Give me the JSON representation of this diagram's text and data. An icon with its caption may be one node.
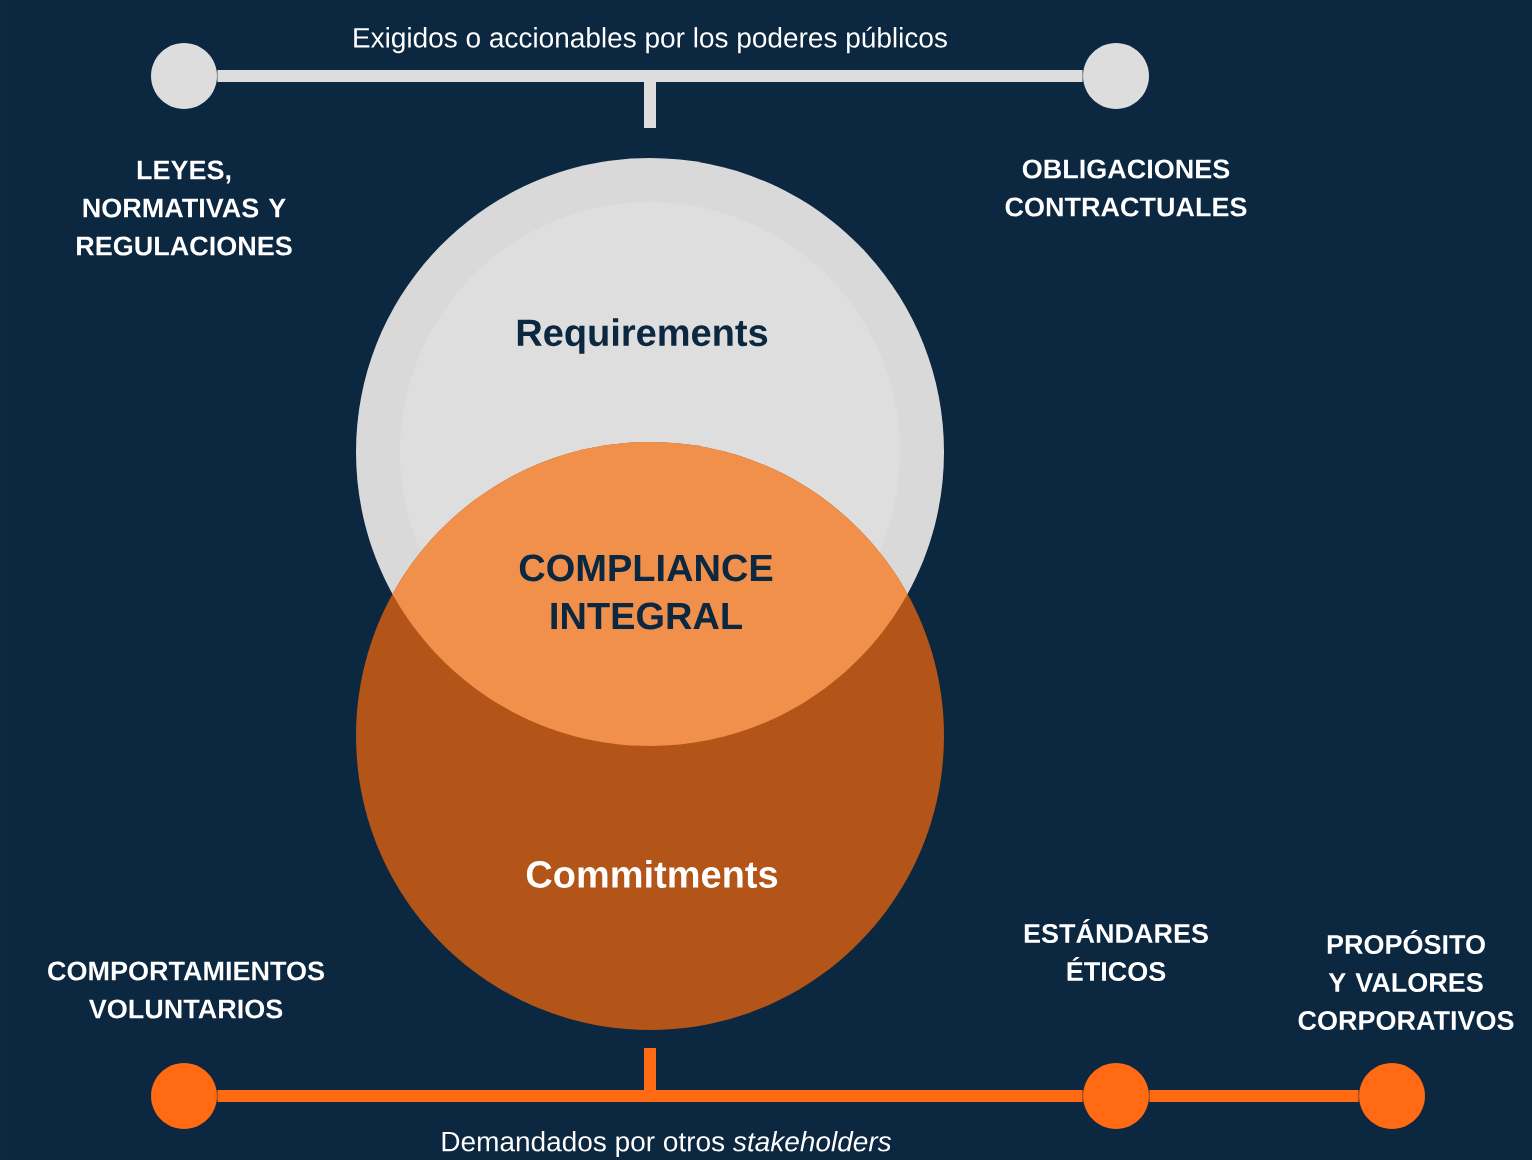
{
  "diagram": {
    "nodes": [
      {
        "text": [],
        "shape": "circle",
        "beside": [
          "LEYES, NORMATIVAS Y REGULACIONES"
        ]
      },
      {
        "text": [],
        "shape": "circle",
        "beside": [
          "OBLIGACIONES CONTRACTUALES"
        ]
      },
      {
        "text": [
          "Requirements"
        ]
      },
      {
        "text": [
          "COMPLIANCE INTEGRAL"
        ]
      },
      {
        "text": [
          "Commitments"
        ]
      },
      {
        "text": [],
        "shape": "circle",
        "beside": [
          "COMPORTAMIENTOS VOLUNTARIOS"
        ]
      },
      {
        "text": [],
        "shape": "circle",
        "beside": [
          "ESTÁNDARES ÉTICOS"
        ]
      },
      {
        "text": [],
        "shape": "circle",
        "beside": [
          "PROPÓSITO Y VALORES CORPORATIVOS"
        ]
      }
    ],
    "edges": [
      {
        "from": 0,
        "to": 1,
        "arrow": "none",
        "label": "Exigidos o accionables por los poderes públicos",
        "color": "#dddddd"
      },
      {
        "from": 5,
        "to": 6,
        "arrow": "none",
        "label": "Demandados por otros *stakeholders*",
        "color": "#ff6a13"
      },
      {
        "from": 6,
        "to": 7,
        "arrow": "none",
        "color": "#ff6a13"
      }
    ]
  }
}
